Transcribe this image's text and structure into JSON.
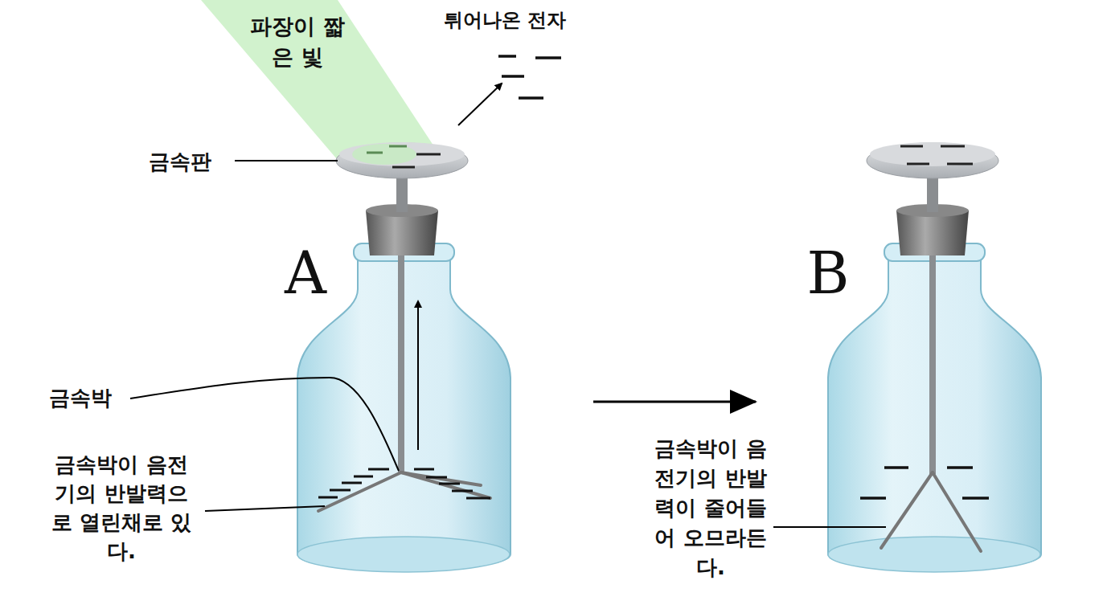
{
  "diagram": {
    "labels": [
      "파장이 짧은 빛",
      "튀어나온 전자",
      "금속판",
      "A",
      "B",
      "금속박",
      "금속박이 음전기의 반발력으로 열린채로 있다.",
      "금속박이 음전기의 반발력이 줄어들어 오므라든다."
    ]
  }
}
